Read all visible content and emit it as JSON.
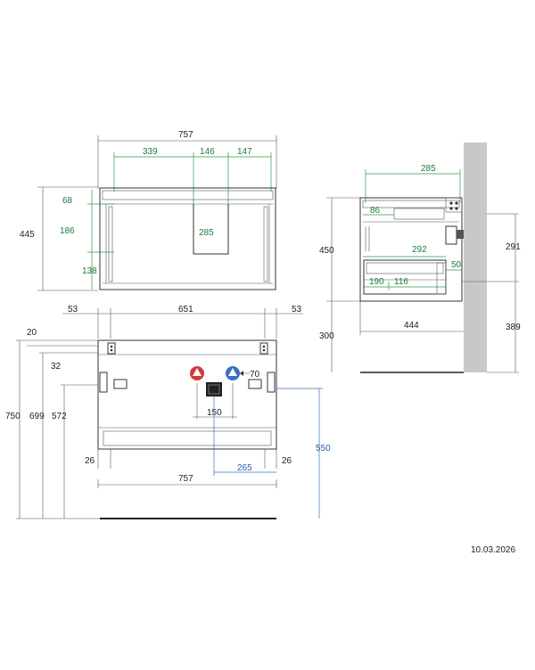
{
  "top_view": {
    "width": "757",
    "depth": "445",
    "seg_left": "339",
    "seg_mid": "146",
    "seg_right": "147",
    "inner_top": "68",
    "inner_mid": "186",
    "inner_bottom": "138",
    "cutout": "285"
  },
  "front_view": {
    "side_left": "53",
    "inner_width": "651",
    "side_right": "53",
    "h_total": "750",
    "h_699": "699",
    "h_572": "572",
    "off_20": "20",
    "off_32": "32",
    "foot_left": "26",
    "foot_right": "26",
    "pipe_gap": "70",
    "drain_width": "150",
    "drain_offset": "265",
    "drain_height": "550",
    "width": "757"
  },
  "side_view": {
    "top_reach": "285",
    "drawer_86": "86",
    "drawer_292": "292",
    "drawer_190": "190",
    "drawer_116": "116",
    "drawer_50": "50",
    "height": "450",
    "depth": "444",
    "wall_291": "291",
    "mount_300": "300",
    "mount_389": "389"
  },
  "date": "10.03.2026",
  "colors": {
    "green": "#2b9a48",
    "blue": "#3a6fc0",
    "red": "#d23a3a",
    "wall": "#c8c8c8"
  }
}
